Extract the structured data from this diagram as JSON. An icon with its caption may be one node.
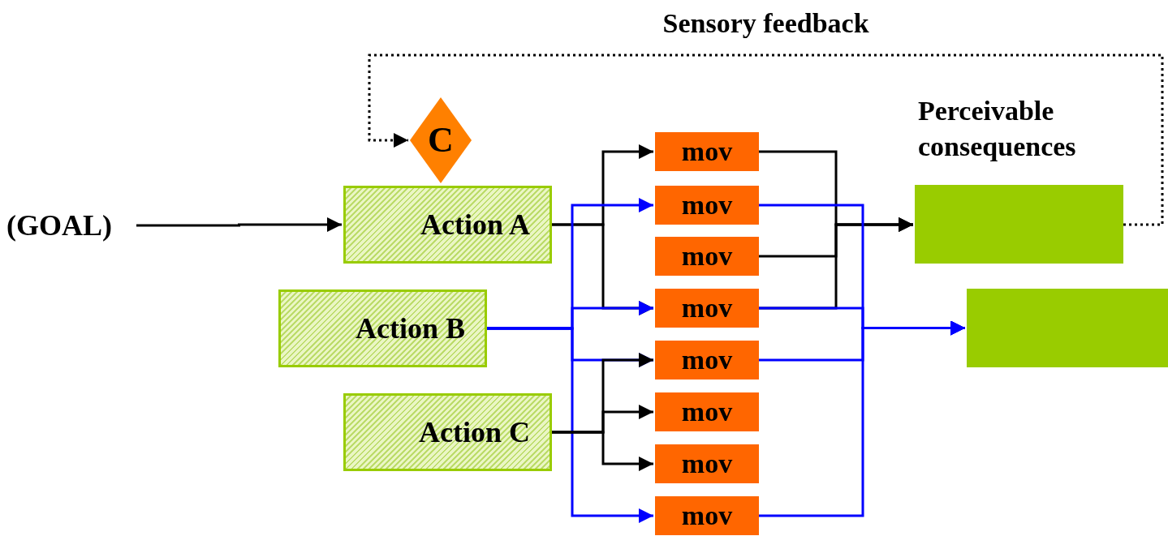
{
  "diagram": {
    "nodes": [
      {
        "text": [
          "(GOAL)"
        ]
      },
      {
        "text": [
          "C"
        ]
      },
      {
        "text": [
          "Action A"
        ]
      },
      {
        "text": [
          "Action B"
        ]
      },
      {
        "text": [
          "Action C"
        ]
      },
      {
        "text": [
          "mov"
        ]
      },
      {
        "text": [
          "mov"
        ]
      },
      {
        "text": [
          "mov"
        ]
      },
      {
        "text": [
          "mov"
        ]
      },
      {
        "text": [
          "mov"
        ]
      },
      {
        "text": [
          "mov"
        ]
      },
      {
        "text": [
          "mov"
        ]
      },
      {
        "text": [
          "mov"
        ]
      },
      {
        "text": [
          "Perceivable consequences"
        ]
      },
      {
        "text": [],
        "shape": "box"
      }
    ],
    "edges": [
      {
        "from": 0,
        "to": 2,
        "arrow": "to"
      },
      {
        "from": 13,
        "to": 1,
        "arrow": "to",
        "label": "Sensory feedback",
        "style": "dashed"
      },
      {
        "from": 2,
        "to": 5,
        "arrow": "to"
      },
      {
        "from": 2,
        "to": 8,
        "arrow": "to"
      },
      {
        "from": 3,
        "to": 6,
        "arrow": "to",
        "color": "#0000ff"
      },
      {
        "from": 3,
        "to": 8,
        "arrow": "to",
        "color": "#0000ff"
      },
      {
        "from": 3,
        "to": 9,
        "arrow": "to",
        "color": "#0000ff"
      },
      {
        "from": 3,
        "to": 12,
        "arrow": "to",
        "color": "#0000ff"
      },
      {
        "from": 4,
        "to": 9,
        "arrow": "to"
      },
      {
        "from": 4,
        "to": 10,
        "arrow": "to"
      },
      {
        "from": 4,
        "to": 11,
        "arrow": "to"
      },
      {
        "from": 5,
        "to": 13,
        "arrow": "to"
      },
      {
        "from": 7,
        "to": 13,
        "arrow": "to"
      },
      {
        "from": 8,
        "to": 13,
        "arrow": "to"
      },
      {
        "from": 6,
        "to": 14,
        "arrow": "to",
        "color": "#0000ff"
      },
      {
        "from": 8,
        "to": 14,
        "arrow": "to",
        "color": "#0000ff"
      },
      {
        "from": 9,
        "to": 14,
        "arrow": "to",
        "color": "#0000ff"
      },
      {
        "from": 12,
        "to": 14,
        "arrow": "to",
        "color": "#0000ff"
      }
    ]
  }
}
